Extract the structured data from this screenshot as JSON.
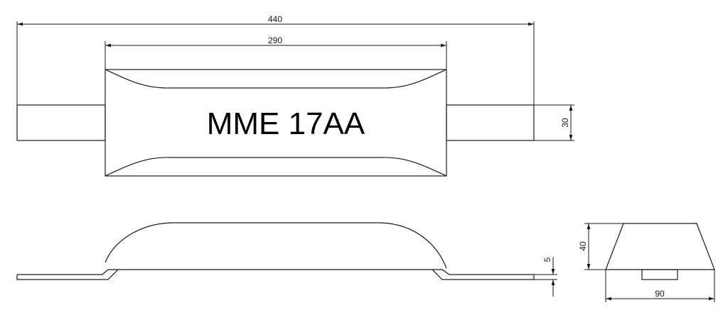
{
  "part_label": "MME 17AA",
  "dimensions": {
    "overall_length": "440",
    "body_length": "290",
    "strap_width": "30",
    "strap_thickness": "5",
    "profile_height": "40",
    "base_width": "90"
  }
}
